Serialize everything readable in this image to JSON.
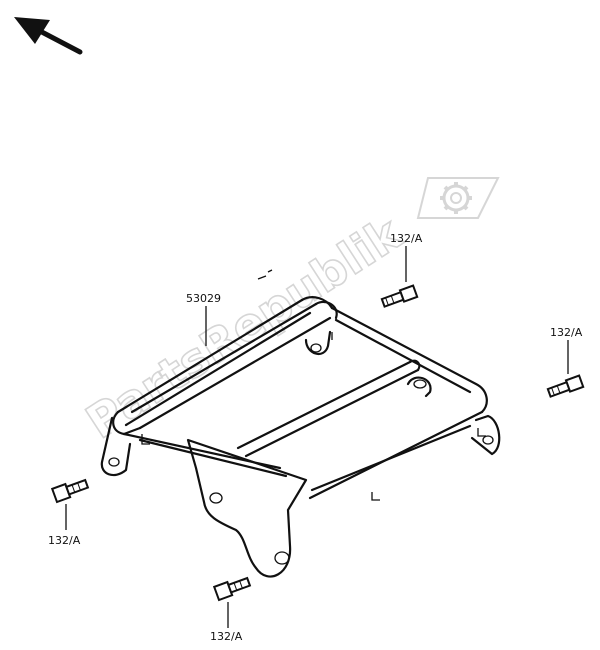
{
  "watermark": {
    "text": "PartsRepublik",
    "color": "#d6d6d6",
    "icon": "gear-icon"
  },
  "direction_indicator": {
    "icon": "arrow-up-left-icon"
  },
  "callouts": {
    "rack": "53029",
    "bolt_top": "132/A",
    "bolt_right": "132/A",
    "bolt_left": "132/A",
    "bolt_bottom": "132/A"
  }
}
